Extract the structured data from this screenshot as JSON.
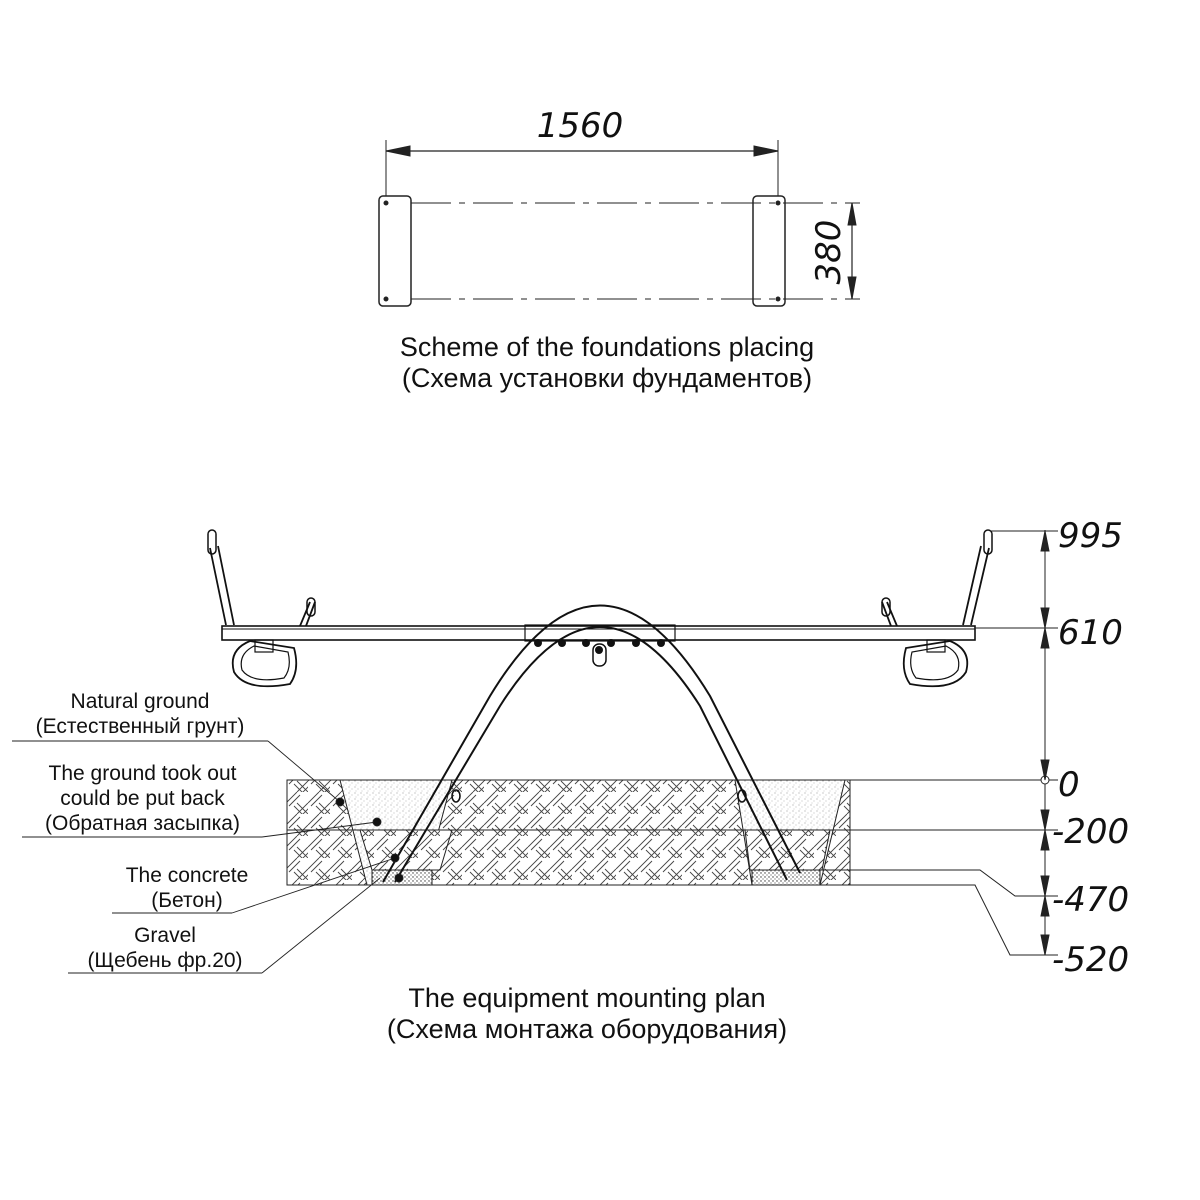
{
  "top_scheme": {
    "width_dimension": "1560",
    "depth_dimension": "380",
    "caption_en": "Scheme of the foundations placing",
    "caption_ru": "(Схема установки фундаментов)"
  },
  "mounting_plan": {
    "caption_en": "The equipment mounting plan",
    "caption_ru": "(Схема монтажа оборудования)",
    "levels": [
      "995",
      "610",
      "0",
      "-200",
      "-470",
      "-520"
    ],
    "labels": [
      {
        "en": "Natural ground",
        "ru": "(Естественный грунт)"
      },
      {
        "en": "The ground took out",
        "en2": "could be put back",
        "ru": "(Обратная засыпка)"
      },
      {
        "en": "The concrete",
        "ru": "(Бетон)"
      },
      {
        "en": "Gravel",
        "ru": "(Щебень фр.20)"
      }
    ]
  }
}
